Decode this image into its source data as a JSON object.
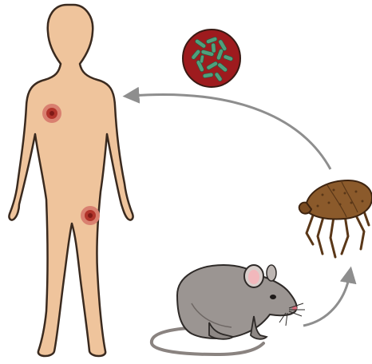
{
  "diagram": {
    "nodes": [
      {
        "name": "human",
        "icon": "human-silhouette-icon"
      },
      {
        "name": "bacteria",
        "icon": "bacteria-culture-icon"
      },
      {
        "name": "flea",
        "icon": "flea-icon"
      },
      {
        "name": "rat",
        "icon": "rat-icon"
      }
    ],
    "edges": [
      {
        "from": "rat",
        "to": "flea"
      },
      {
        "from": "flea",
        "to": "human"
      }
    ]
  },
  "colors": {
    "skin": "#EFC49C",
    "skin_outline": "#3A2A1F",
    "lesion_outer": "#D98070",
    "lesion_inner": "#B2352C",
    "lesion_core": "#7E1A16",
    "bacteria_bg": "#9E1B1E",
    "bacteria_rods": "#4FA07C",
    "flea_body": "#8B5A2B",
    "flea_dark": "#5A3718",
    "rat_body": "#9B9592",
    "rat_dark": "#6E6764",
    "rat_ear_pink": "#F2B8BC",
    "arrow": "#8E8E8E"
  }
}
